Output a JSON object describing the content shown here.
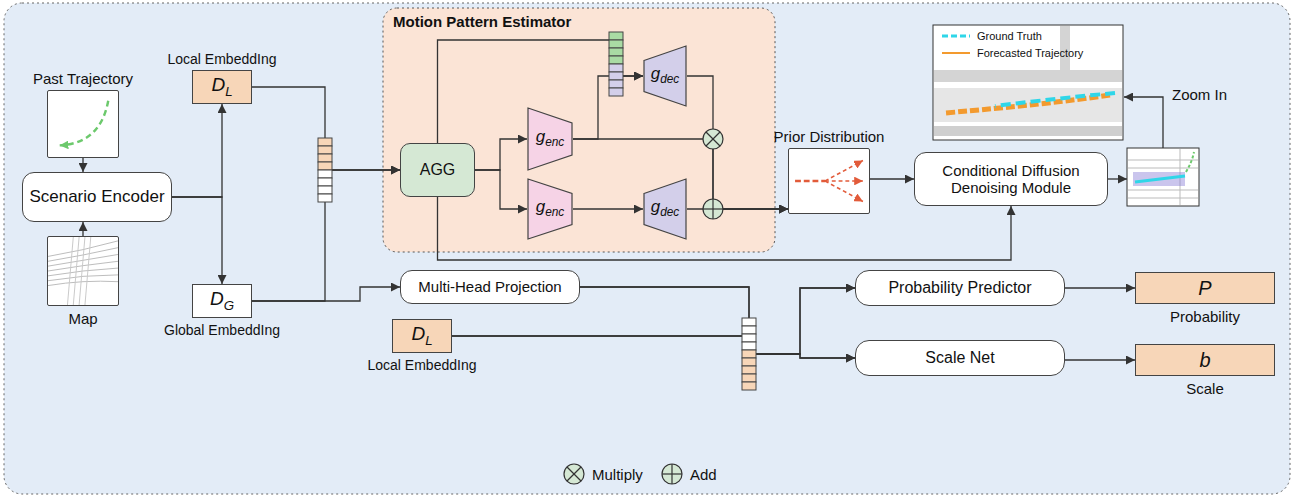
{
  "diagram": {
    "nodes": [
      {
        "text": [
          "Past Trajectory"
        ]
      },
      {
        "text": [
          "Scenario Encoder"
        ]
      },
      {
        "text": [
          "Map"
        ]
      },
      {
        "text": [
          "Local EmbeddIng",
          "DL"
        ]
      },
      {
        "text": [
          "DG",
          "Global EmbeddIng"
        ]
      },
      {
        "text": [
          "Motion Pattern Estimator"
        ]
      },
      {
        "text": [
          "AGG"
        ],
        "in": 5
      },
      {
        "text": [
          "genc"
        ],
        "in": 5
      },
      {
        "text": [
          "gdec"
        ],
        "in": 5
      },
      {
        "text": [
          "genc"
        ],
        "in": 5
      },
      {
        "text": [
          "gdec"
        ],
        "in": 5
      },
      {
        "text": [
          "Prior Distribution"
        ]
      },
      {
        "text": [
          "Conditional Diffusion Denoising Module"
        ]
      },
      {
        "text": [
          "Multi-Head Projection"
        ]
      },
      {
        "text": [
          "DL",
          "Local EmbeddIng"
        ]
      },
      {
        "text": [
          "Probability Predictor"
        ]
      },
      {
        "text": [
          "Scale Net"
        ]
      },
      {
        "text": [
          "P",
          "Probability"
        ]
      },
      {
        "text": [
          "b",
          "Scale"
        ]
      }
    ],
    "edges": [
      {
        "from": 0,
        "to": 1,
        "arrow": "to"
      },
      {
        "from": 2,
        "to": 1,
        "arrow": "to"
      },
      {
        "from": 1,
        "to": 3,
        "arrow": "to"
      },
      {
        "from": 1,
        "to": 4,
        "arrow": "to"
      },
      {
        "from": 3,
        "to": 6,
        "arrow": "to"
      },
      {
        "from": 4,
        "to": 6,
        "arrow": "to"
      },
      {
        "from": 4,
        "to": 13,
        "arrow": "to"
      },
      {
        "from": 6,
        "to": 7,
        "arrow": "to"
      },
      {
        "from": 6,
        "to": 9,
        "arrow": "to"
      },
      {
        "from": 6,
        "to": 8,
        "arrow": "to"
      },
      {
        "from": 7,
        "to": 8,
        "arrow": "to"
      },
      {
        "from": 9,
        "to": 10,
        "arrow": "to"
      },
      {
        "from": 7,
        "to": 11,
        "arrow": "to"
      },
      {
        "from": 8,
        "to": 11,
        "arrow": "to"
      },
      {
        "from": 10,
        "to": 11,
        "arrow": "to"
      },
      {
        "from": 6,
        "to": 12,
        "arrow": "to"
      },
      {
        "from": 11,
        "to": 12,
        "arrow": "to"
      },
      {
        "from": 13,
        "to": 15,
        "arrow": "to"
      },
      {
        "from": 13,
        "to": 16,
        "arrow": "to"
      },
      {
        "from": 14,
        "to": 15,
        "arrow": "to"
      },
      {
        "from": 14,
        "to": 16,
        "arrow": "to"
      },
      {
        "from": 15,
        "to": 17,
        "arrow": "to"
      },
      {
        "from": 16,
        "to": 18,
        "arrow": "to"
      }
    ],
    "labels": [
      "Zoom In"
    ],
    "legend": [
      {
        "text": "Ground Truth"
      },
      {
        "text": "Forecasted Trajectory"
      },
      {
        "text": "Multiply"
      },
      {
        "text": "Add"
      }
    ]
  }
}
